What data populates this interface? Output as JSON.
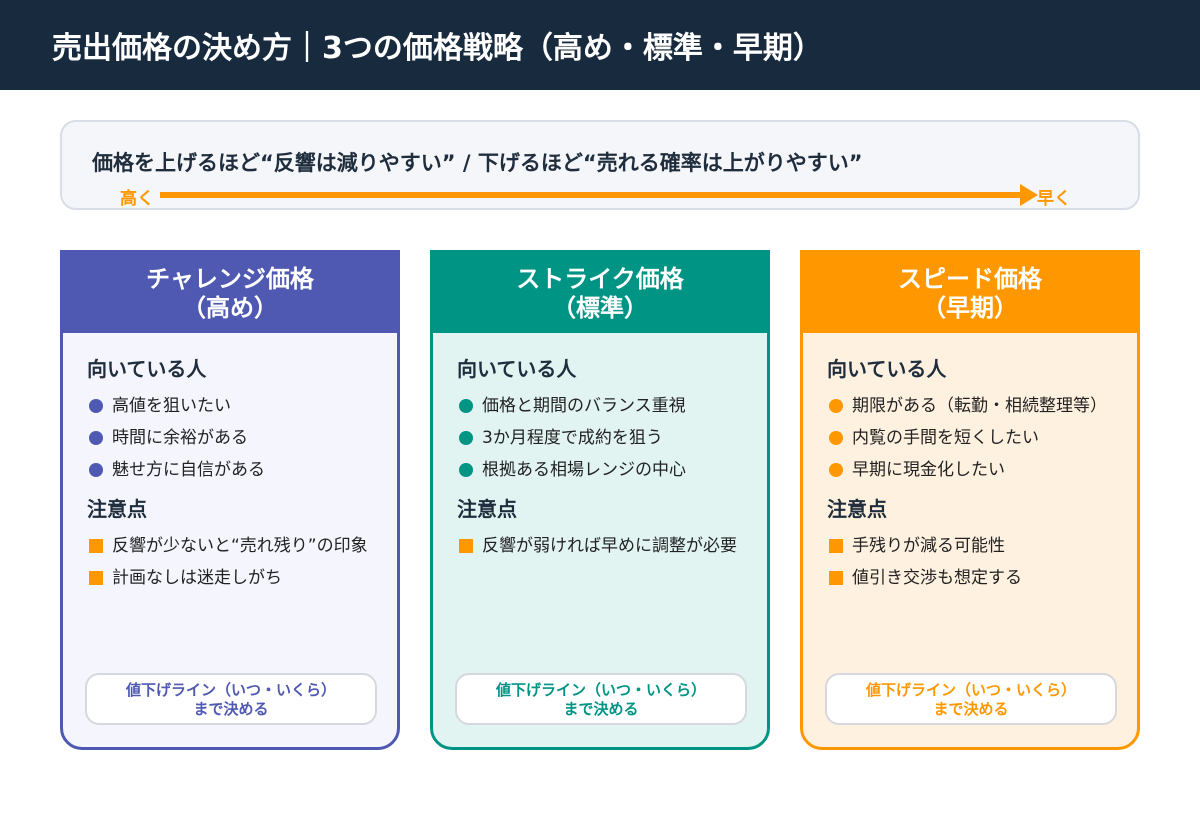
{
  "title": "売出価格の決め方｜3つの価格戦略（高め・標準・早期）",
  "banner": {
    "message": "価格を上げるほど“反響は減りやすい” / 下げるほど“売れる確率は上がりやすい”",
    "left_label": "高く",
    "right_label": "早く"
  },
  "colors": {
    "challenge": "#4f59b2",
    "strike": "#009485",
    "speed": "#ff9800",
    "note": "#ff9800"
  },
  "cards": [
    {
      "title": "チャレンジ価格",
      "subtitle": "（高め）",
      "fit_heading": "向いている人",
      "fit": [
        "高値を狙いたい",
        "時間に余裕がある",
        "魅せ方に自信がある"
      ],
      "caution_heading": "注意点",
      "cautions": [
        "反響が少ないと“売れ残り”の印象",
        "計画なしは迷走しがち"
      ],
      "footer_line1": "値下げライン（いつ・いくら）",
      "footer_line2": "まで決める"
    },
    {
      "title": "ストライク価格",
      "subtitle": "（標準）",
      "fit_heading": "向いている人",
      "fit": [
        "価格と期間のバランス重視",
        "3か月程度で成約を狙う",
        "根拠ある相場レンジの中心"
      ],
      "caution_heading": "注意点",
      "cautions": [
        "反響が弱ければ早めに調整が必要"
      ],
      "footer_line1": "値下げライン（いつ・いくら）",
      "footer_line2": "まで決める"
    },
    {
      "title": "スピード価格",
      "subtitle": "（早期）",
      "fit_heading": "向いている人",
      "fit": [
        "期限がある（転勤・相続整理等）",
        "内覧の手間を短くしたい",
        "早期に現金化したい"
      ],
      "caution_heading": "注意点",
      "cautions": [
        "手残りが減る可能性",
        "値引き交渉も想定する"
      ],
      "footer_line1": "値下げライン（いつ・いくら）",
      "footer_line2": "まで決める"
    }
  ]
}
